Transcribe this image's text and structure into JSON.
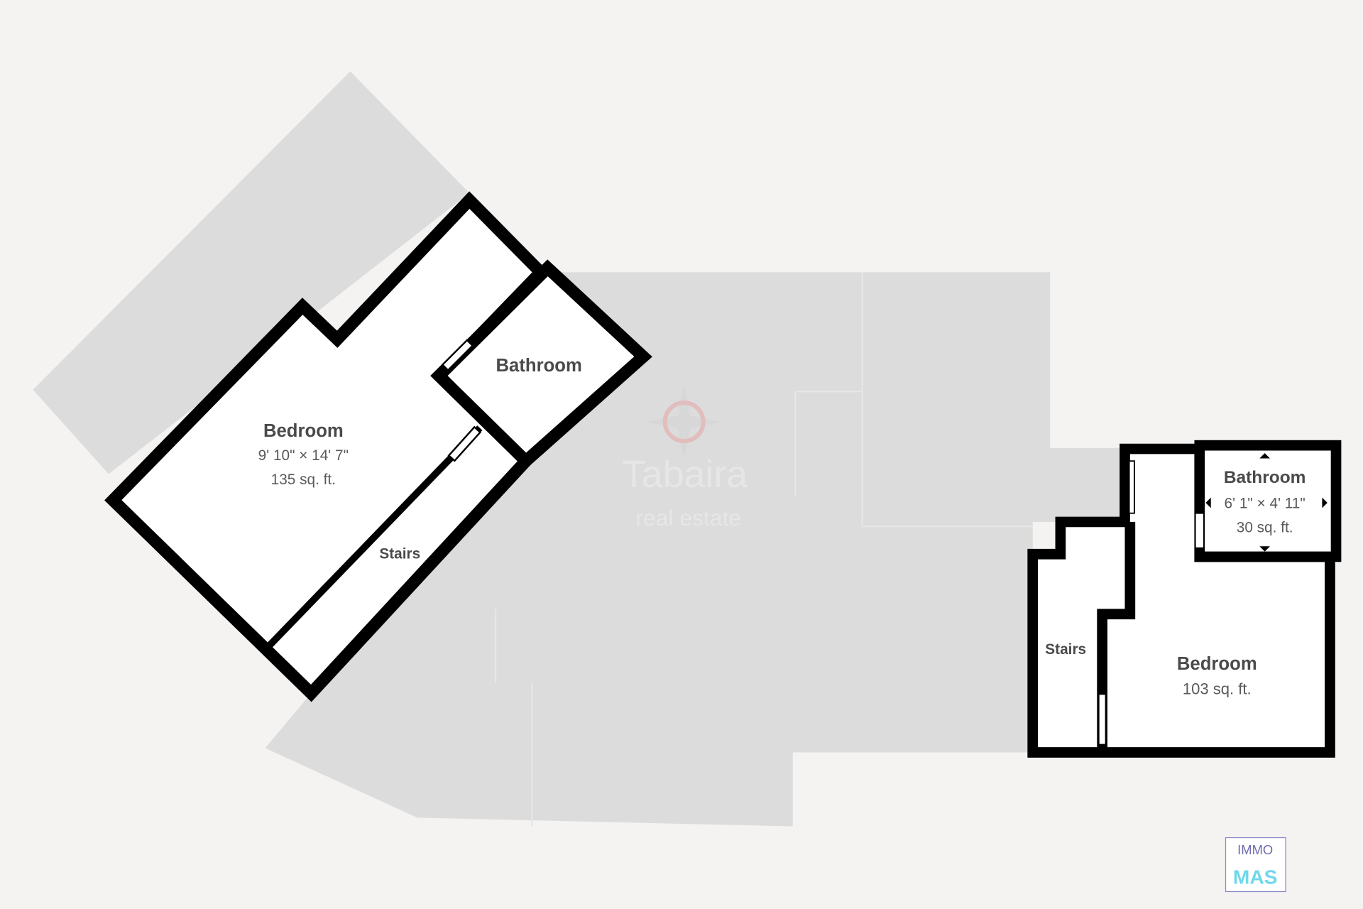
{
  "floorplan_left": {
    "bedroom": {
      "name": "Bedroom",
      "dimensions": "9' 10\" × 14' 7\"",
      "area": "135 sq. ft."
    },
    "bathroom": {
      "name": "Bathroom"
    },
    "stairs": {
      "name": "Stairs"
    }
  },
  "floorplan_right": {
    "bathroom": {
      "name": "Bathroom",
      "dimensions": "6' 1\" × 4' 11\"",
      "area": "30 sq. ft."
    },
    "bedroom": {
      "name": "Bedroom",
      "area": "103 sq. ft."
    },
    "stairs": {
      "name": "Stairs"
    }
  },
  "watermark": {
    "line1": "Tabaira",
    "line2": "real estate"
  },
  "logo": {
    "line1": "IMMO",
    "line2": "MAS"
  },
  "colors": {
    "wall": "#000000",
    "room": "#ffffff",
    "exterior": "#dcdcdc",
    "background": "#f4f3f1",
    "logo_accent": "#6fd8ea"
  }
}
